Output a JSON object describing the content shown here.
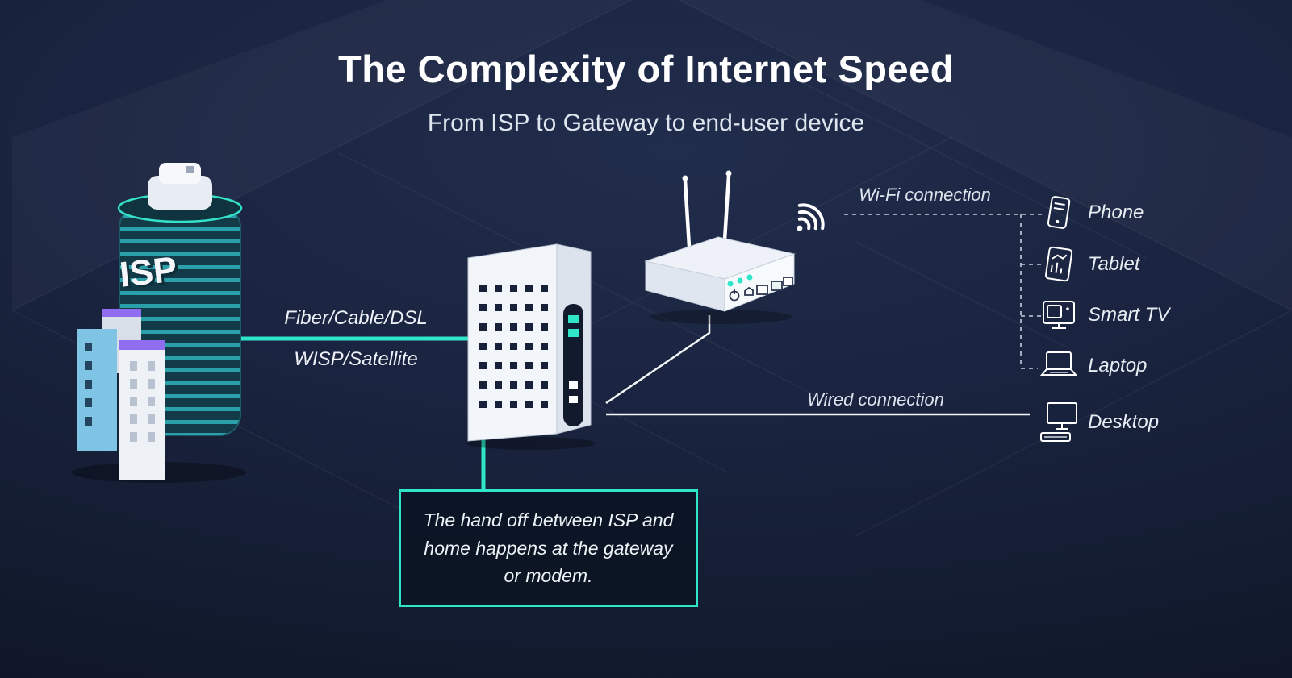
{
  "header": {
    "title": "The Complexity of Internet Speed",
    "subtitle": "From ISP to Gateway to end-user device"
  },
  "isp": {
    "label": "ISP"
  },
  "links": {
    "fiber": "Fiber/Cable/DSL",
    "wisp": "WISP/Satellite",
    "wifi": "Wi-Fi connection",
    "wired": "Wired connection"
  },
  "callout": {
    "text": "The hand off between ISP and home happens at the gateway or modem."
  },
  "devices": [
    {
      "name": "phone",
      "label": "Phone"
    },
    {
      "name": "tablet",
      "label": "Tablet"
    },
    {
      "name": "smart-tv",
      "label": "Smart TV"
    },
    {
      "name": "laptop",
      "label": "Laptop"
    },
    {
      "name": "desktop",
      "label": "Desktop"
    }
  ],
  "colors": {
    "background": "#141d32",
    "accent": "#2fe6c8",
    "text": "#ffffff"
  }
}
